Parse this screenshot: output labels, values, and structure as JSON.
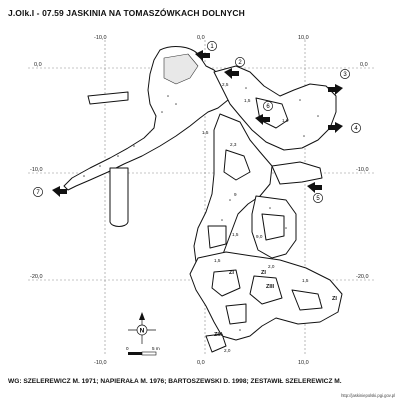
{
  "map": {
    "title": "J.Olk.I - 07.59  JASKINIA NA TOMASZÓWKACH DOLNYCH",
    "credits": "WG: SZELEREWICZ M.  1971; NAPIERAŁA M.  1976; BARTOSZEWSKI D.  1998; ZESTAWIŁ SZELEREWICZ M.",
    "website": "http://jaskiniepolski.pgi.gov.pl",
    "north_label": "N",
    "grid": {
      "x_labels_top": [
        "-10,0",
        "0,0",
        "10,0"
      ],
      "x_labels_bottom": [
        "-10,0",
        "0,0",
        "10,0"
      ],
      "y_labels_left": [
        "0,0",
        "-10,0",
        "-20,0"
      ],
      "y_labels_right": [
        "0,0",
        "-10,0",
        "-20,0"
      ]
    },
    "scale_bar": {
      "start": "0",
      "end": "5 m"
    },
    "entrances": [
      "1",
      "2",
      "3",
      "4",
      "5",
      "6",
      "7"
    ],
    "height_labels": [
      "2,5",
      "1,5",
      "2,3",
      "1,5",
      "9",
      "1,0",
      "1,5",
      "9,0",
      "1,5",
      "2,0",
      "1,5",
      "2,0"
    ],
    "zone_labels": [
      "ZI",
      "ZI",
      "ZIII",
      "ZI",
      "ZIII"
    ],
    "colors": {
      "line": "#111111",
      "grid": "#888888",
      "background": "#ffffff"
    }
  }
}
